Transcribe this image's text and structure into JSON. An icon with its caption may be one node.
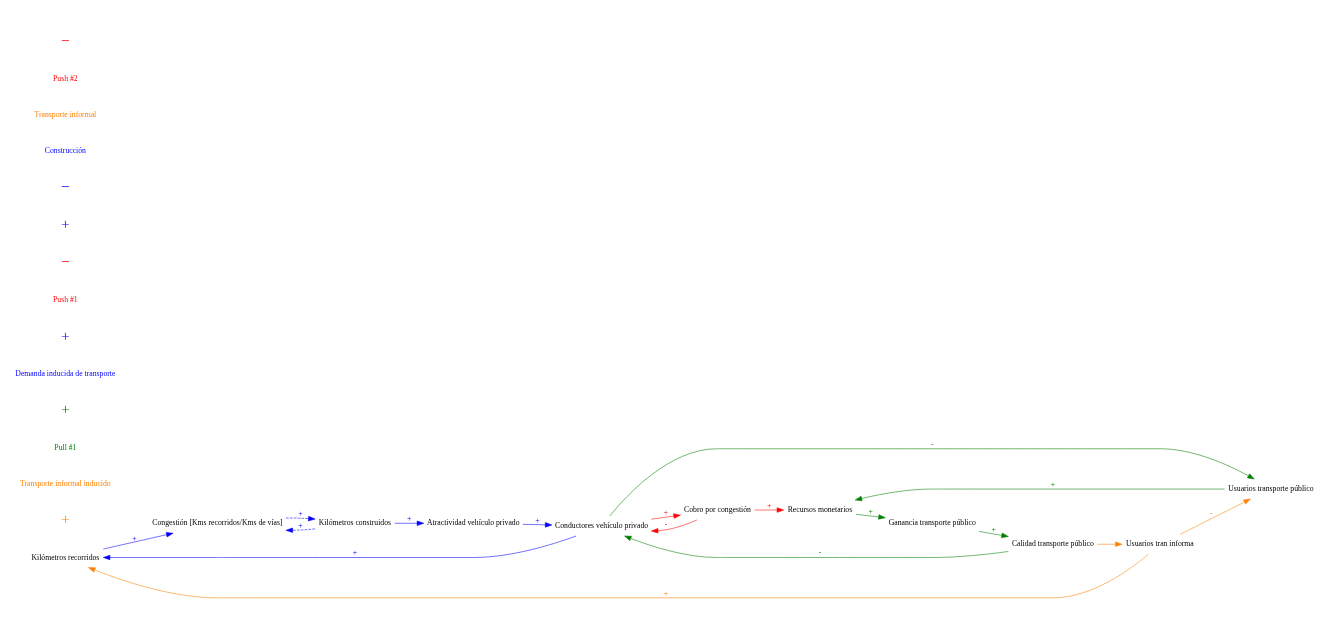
{
  "diagram": {
    "nodes": [
      {
        "text": [
          "Kilómetros recorridos"
        ]
      },
      {
        "text": [
          "Congestión [Kms recorridos/Kms de vías]"
        ]
      },
      {
        "text": [
          "Kilómetros construidos"
        ]
      },
      {
        "text": [
          "Atractividad vehículo privado"
        ]
      },
      {
        "text": [
          "Conductores vehículo privado"
        ]
      },
      {
        "text": [
          "Usuarios transporte público"
        ]
      },
      {
        "text": [
          "Cobro por congestión"
        ]
      },
      {
        "text": [
          "Recursos monetarios"
        ]
      },
      {
        "text": [
          "Usuarios tran informa"
        ]
      },
      {
        "text": [
          "Ganancia transporte público"
        ]
      },
      {
        "text": [
          "Calidad transporte público"
        ]
      }
    ],
    "edges": [
      {
        "from": 0,
        "to": 1,
        "arrow": "to",
        "label": "+"
      },
      {
        "from": 1,
        "to": 2,
        "arrow": "to",
        "label": "+",
        "style": "dashed"
      },
      {
        "from": 2,
        "to": 1,
        "arrow": "to",
        "label": "+",
        "style": "dashed"
      },
      {
        "from": 2,
        "to": 3,
        "arrow": "to",
        "label": "+"
      },
      {
        "from": 3,
        "to": 4,
        "arrow": "to",
        "label": "+"
      },
      {
        "from": 4,
        "to": 0,
        "arrow": "to",
        "label": "+"
      },
      {
        "from": 4,
        "to": 5,
        "arrow": "to",
        "label": "-",
        "color": "#008000"
      },
      {
        "from": 5,
        "to": 7,
        "arrow": "to",
        "label": "+",
        "color": "#008000"
      },
      {
        "from": 7,
        "to": 9,
        "arrow": "to",
        "label": "+",
        "color": "#008000"
      },
      {
        "from": 9,
        "to": 10,
        "arrow": "to",
        "label": "+",
        "color": "#008000"
      },
      {
        "from": 10,
        "to": 4,
        "arrow": "to",
        "label": "-",
        "color": "#008000"
      },
      {
        "from": 4,
        "to": 6,
        "arrow": "to",
        "label": "+",
        "color": "#ff0000"
      },
      {
        "from": 6,
        "to": 4,
        "arrow": "to",
        "label": "-",
        "color": "#ff0000"
      },
      {
        "from": 6,
        "to": 7,
        "arrow": "to",
        "label": "+",
        "color": "#ff0000"
      },
      {
        "from": 8,
        "to": 5,
        "arrow": "to",
        "label": "-",
        "color": "#ff8000"
      },
      {
        "from": 8,
        "to": 0,
        "arrow": "to",
        "label": "+",
        "color": "#ff8000"
      },
      {
        "from": 10,
        "to": 8,
        "arrow": "to",
        "color": "#ff8000"
      }
    ],
    "labels": [
      "+",
      "Transporte informal inducido",
      "Pull #1",
      "+",
      "Demanda inducida de transporte",
      "+",
      "Push #1",
      "−",
      "+",
      "−",
      "Construcción",
      "Transporte informal",
      "Push #2",
      "−"
    ]
  }
}
